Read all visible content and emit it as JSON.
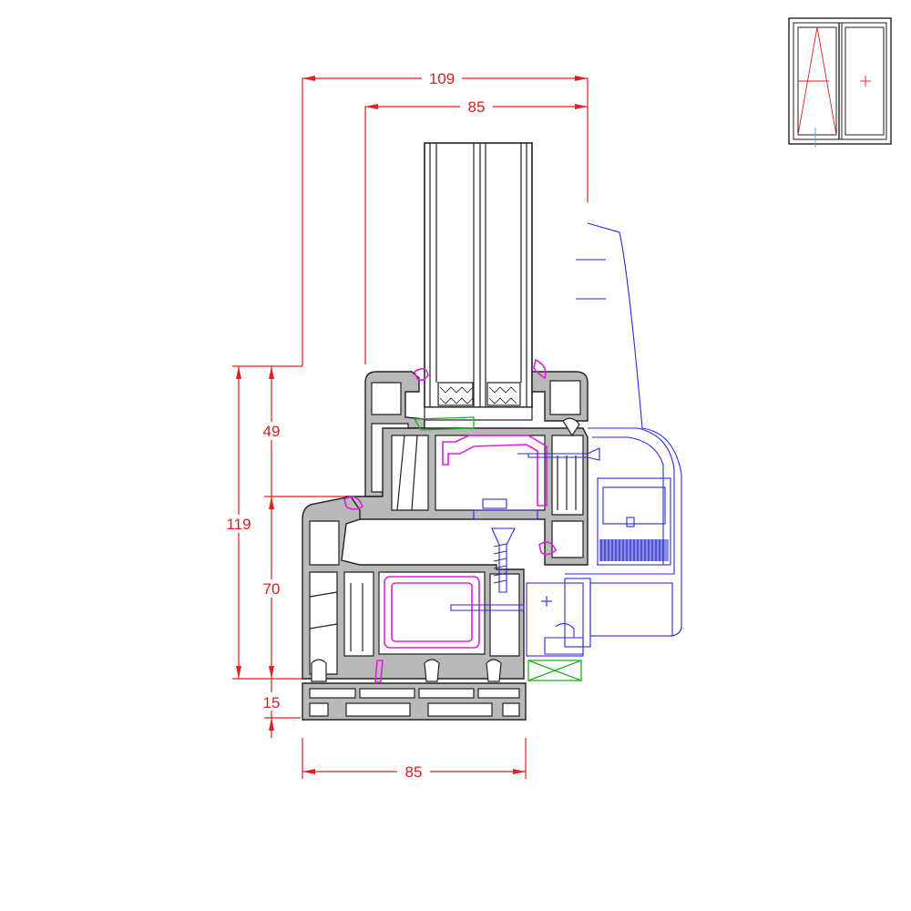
{
  "dimensions": {
    "overall_depth_top": "109",
    "sash_depth_top": "85",
    "frame_depth_bottom": "85",
    "total_height": "119",
    "sash_height": "49",
    "frame_height": "70",
    "bottom_offset": "15"
  },
  "colors": {
    "dimension_lines": "#e02020",
    "profile_fill": "#b9b9b9",
    "seal": "#e020e0",
    "hardware": "#2a2ae0",
    "glazing_bead_strip": "#20b020"
  },
  "thumbnail": {
    "icon": "tilt-turn-window-double-sash-icon"
  }
}
